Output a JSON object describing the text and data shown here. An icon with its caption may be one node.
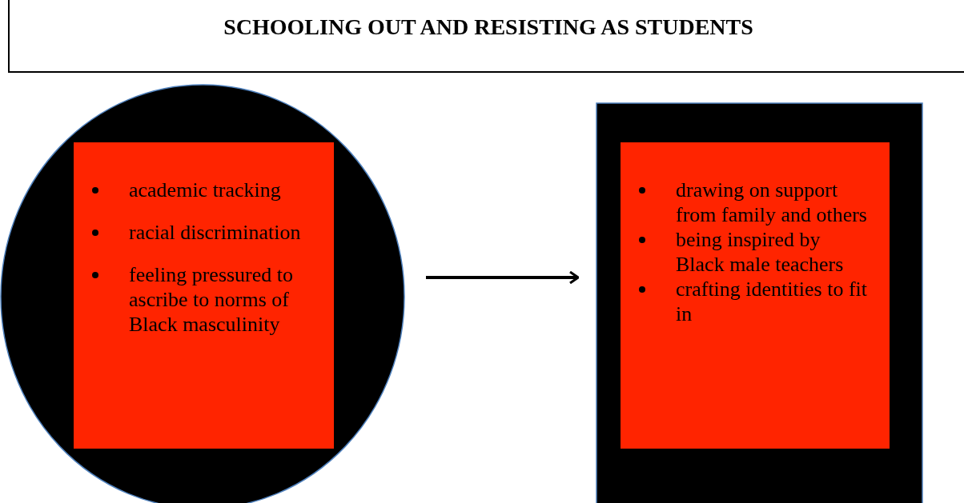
{
  "diagram": {
    "nodes": [
      {
        "text": [
          "SCHOOLING OUT AND RESISTING AS STUDENTS"
        ]
      },
      {
        "text": [],
        "shape": "circle"
      },
      {
        "text": [
          "academic tracking",
          "racial discrimination",
          "feeling pressured to ascribe to norms of Black masculinity"
        ],
        "in": 1
      },
      {
        "text": [],
        "shape": "box"
      },
      {
        "text": [
          "drawing on support from family and others",
          "being inspired by Black male teachers",
          "crafting identities to fit in"
        ],
        "in": 3
      }
    ],
    "edges": [
      {
        "from": 1,
        "to": 3,
        "arrow": "to"
      }
    ]
  }
}
